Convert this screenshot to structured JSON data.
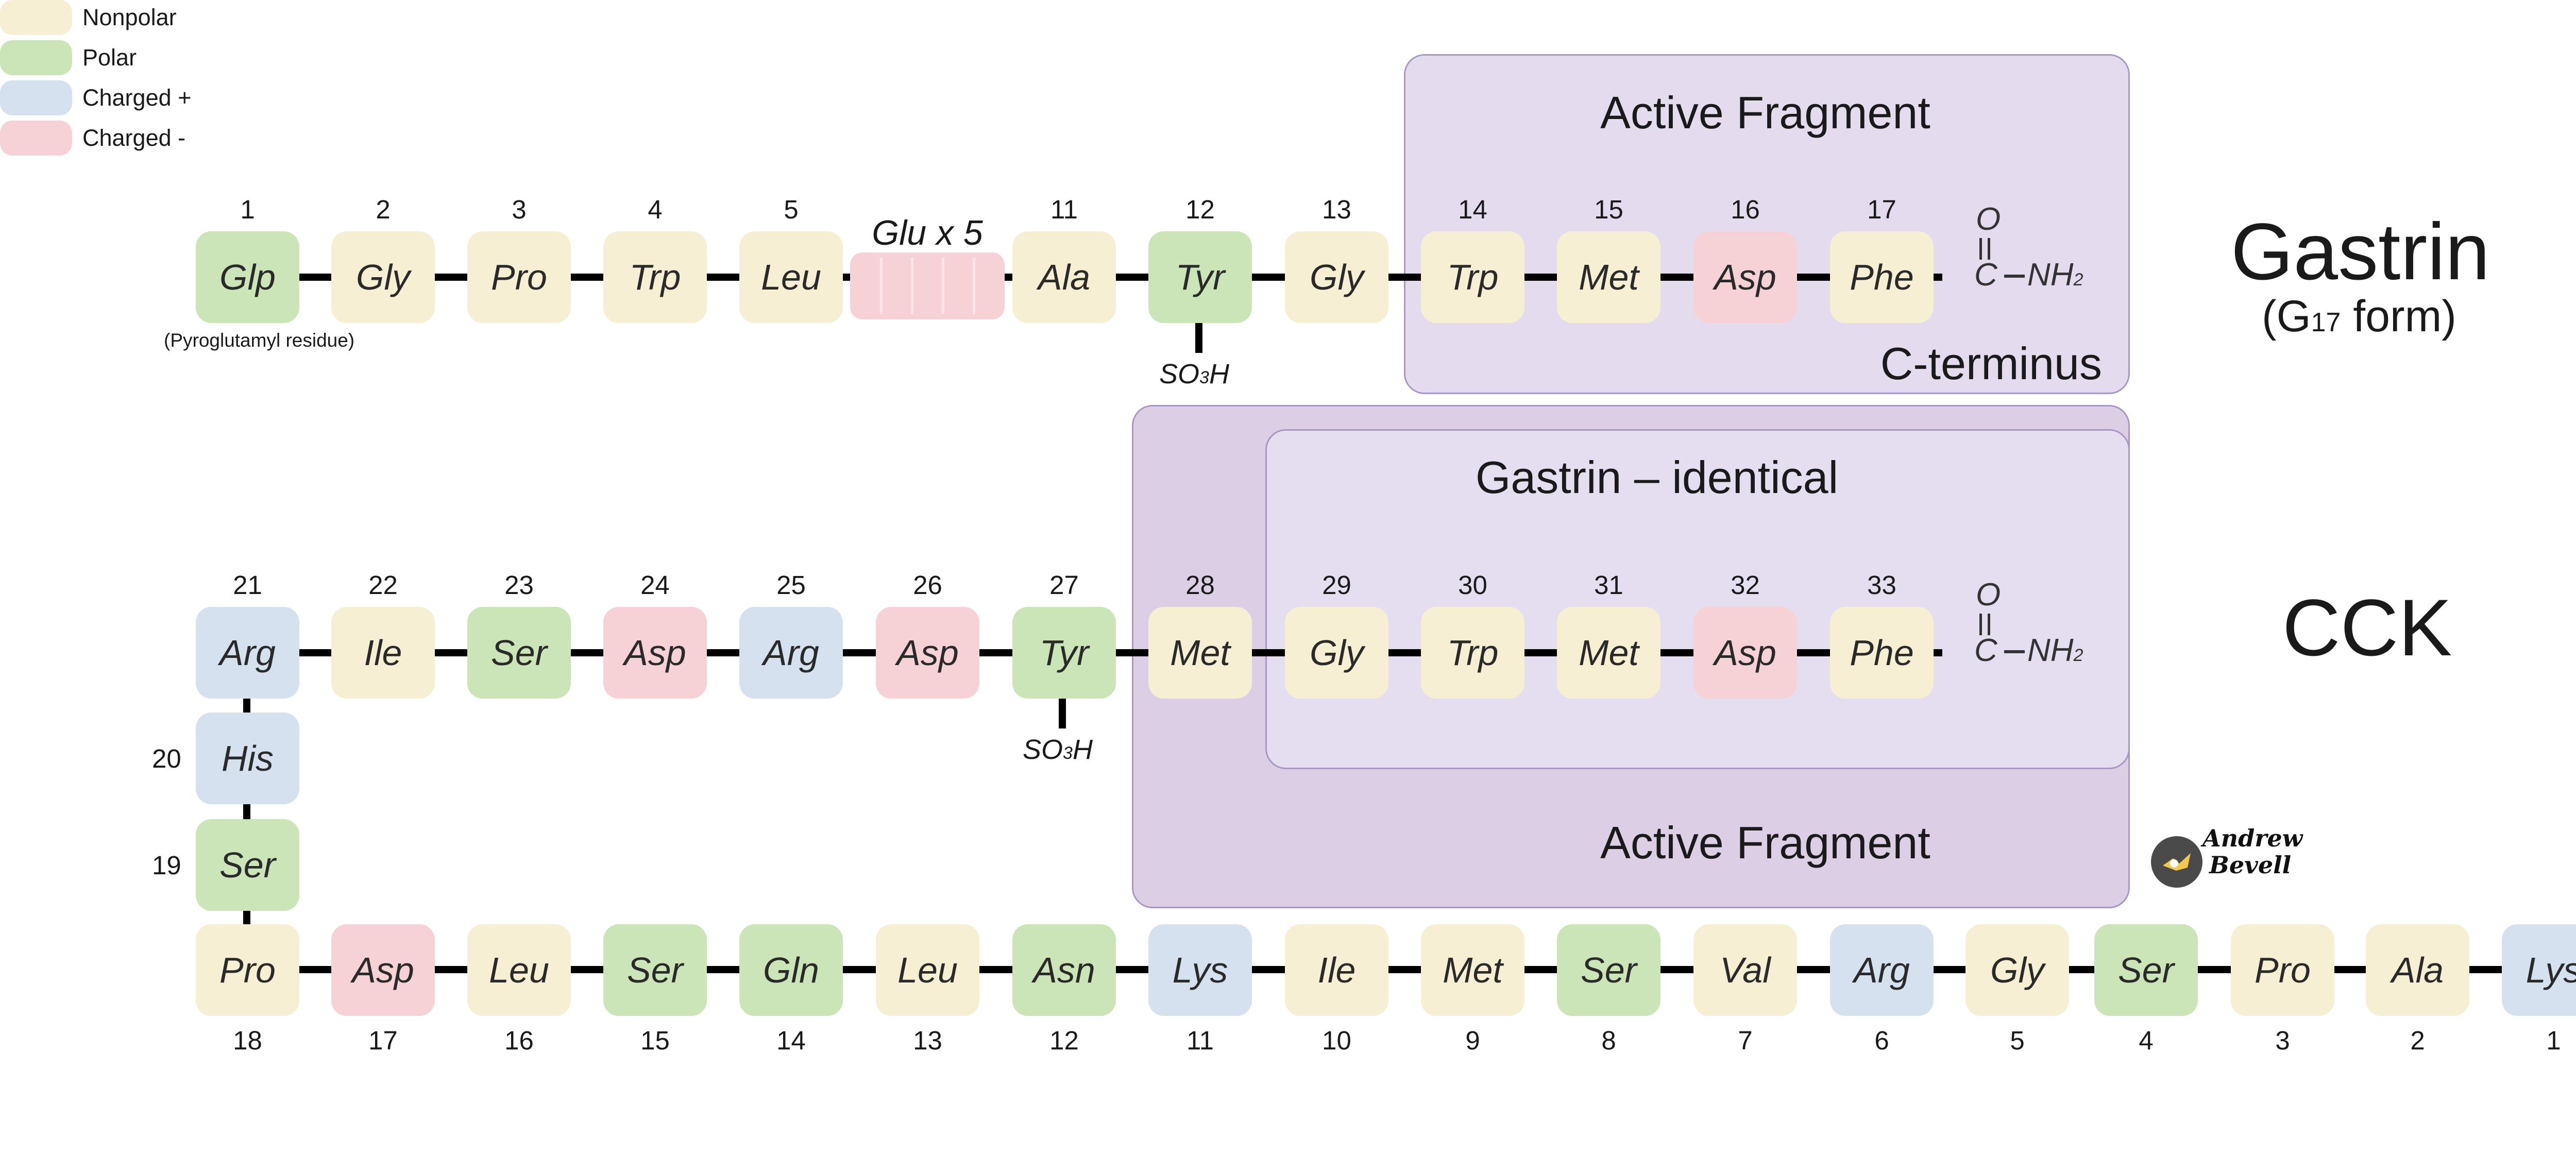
{
  "colors": {
    "nonpolar": "#f6efd3",
    "polar": "#cbe5b8",
    "charged_plus": "#d6e1f0",
    "charged_minus": "#f6d2d6",
    "active_fragment": "#e4dcee",
    "active_fragment_dark": "#dccfe5",
    "gastrin_identical": "#e5ddf0"
  },
  "legend": [
    {
      "label": "Nonpolar",
      "type": "nonpolar"
    },
    {
      "label": "Polar",
      "type": "polar"
    },
    {
      "label": "Charged +",
      "type": "charged_plus"
    },
    {
      "label": "Charged -",
      "type": "charged_minus"
    }
  ],
  "gastrin": {
    "name": "Gastrin",
    "form_prefix": "(G",
    "form_sub": "17",
    "form_suffix": " form)",
    "pyro_note": "(Pyroglutamyl residue)",
    "glu_label": "Glu x 5",
    "active_fragment_label": "Active Fragment",
    "cterminus_label": "C-terminus",
    "so3h": "SO",
    "so3h_sub": "3",
    "so3h_end": "H",
    "residues": [
      {
        "num": "1",
        "aa": "Glp",
        "type": "polar"
      },
      {
        "num": "2",
        "aa": "Gly",
        "type": "nonpolar"
      },
      {
        "num": "3",
        "aa": "Pro",
        "type": "nonpolar"
      },
      {
        "num": "4",
        "aa": "Trp",
        "type": "nonpolar"
      },
      {
        "num": "5",
        "aa": "Leu",
        "type": "nonpolar"
      },
      {
        "num": "11",
        "aa": "Ala",
        "type": "nonpolar"
      },
      {
        "num": "12",
        "aa": "Tyr",
        "type": "polar"
      },
      {
        "num": "13",
        "aa": "Gly",
        "type": "nonpolar"
      },
      {
        "num": "14",
        "aa": "Trp",
        "type": "nonpolar"
      },
      {
        "num": "15",
        "aa": "Met",
        "type": "nonpolar"
      },
      {
        "num": "16",
        "aa": "Asp",
        "type": "charged_minus"
      },
      {
        "num": "17",
        "aa": "Phe",
        "type": "nonpolar"
      }
    ]
  },
  "cck": {
    "name": "CCK",
    "gastrin_identical_label": "Gastrin – identical",
    "active_fragment_label": "Active Fragment",
    "so3h": "SO",
    "so3h_sub": "3",
    "so3h_end": "H",
    "row_top": [
      {
        "num": "21",
        "aa": "Arg",
        "type": "charged_plus"
      },
      {
        "num": "22",
        "aa": "Ile",
        "type": "nonpolar"
      },
      {
        "num": "23",
        "aa": "Ser",
        "type": "polar"
      },
      {
        "num": "24",
        "aa": "Asp",
        "type": "charged_minus"
      },
      {
        "num": "25",
        "aa": "Arg",
        "type": "charged_plus"
      },
      {
        "num": "26",
        "aa": "Asp",
        "type": "charged_minus"
      },
      {
        "num": "27",
        "aa": "Tyr",
        "type": "polar"
      },
      {
        "num": "28",
        "aa": "Met",
        "type": "nonpolar"
      },
      {
        "num": "29",
        "aa": "Gly",
        "type": "nonpolar"
      },
      {
        "num": "30",
        "aa": "Trp",
        "type": "nonpolar"
      },
      {
        "num": "31",
        "aa": "Met",
        "type": "nonpolar"
      },
      {
        "num": "32",
        "aa": "Asp",
        "type": "charged_minus"
      },
      {
        "num": "33",
        "aa": "Phe",
        "type": "nonpolar"
      }
    ],
    "vertical": [
      {
        "num": "20",
        "aa": "His",
        "type": "charged_plus"
      },
      {
        "num": "19",
        "aa": "Ser",
        "type": "polar"
      }
    ],
    "row_bottom": [
      {
        "num": "18",
        "aa": "Pro",
        "type": "nonpolar"
      },
      {
        "num": "17",
        "aa": "Asp",
        "type": "charged_minus"
      },
      {
        "num": "16",
        "aa": "Leu",
        "type": "nonpolar"
      },
      {
        "num": "15",
        "aa": "Ser",
        "type": "polar"
      },
      {
        "num": "14",
        "aa": "Gln",
        "type": "polar"
      },
      {
        "num": "13",
        "aa": "Leu",
        "type": "nonpolar"
      },
      {
        "num": "12",
        "aa": "Asn",
        "type": "polar"
      },
      {
        "num": "11",
        "aa": "Lys",
        "type": "charged_plus"
      },
      {
        "num": "10",
        "aa": "Ile",
        "type": "nonpolar"
      },
      {
        "num": "9",
        "aa": "Met",
        "type": "nonpolar"
      },
      {
        "num": "8",
        "aa": "Ser",
        "type": "polar"
      },
      {
        "num": "7",
        "aa": "Val",
        "type": "nonpolar"
      },
      {
        "num": "6",
        "aa": "Arg",
        "type": "charged_plus"
      },
      {
        "num": "5",
        "aa": "Gly",
        "type": "nonpolar"
      },
      {
        "num": "4",
        "aa": "Ser",
        "type": "polar"
      },
      {
        "num": "3",
        "aa": "Pro",
        "type": "nonpolar"
      },
      {
        "num": "2",
        "aa": "Ala",
        "type": "nonpolar"
      },
      {
        "num": "1",
        "aa": "Lys",
        "type": "charged_plus"
      }
    ]
  },
  "cterm_group": {
    "o": "O",
    "c": "C",
    "nh": "NH",
    "nh_sub": "2"
  },
  "signature": {
    "line1": "Andrew",
    "line2": "Bevell",
    "icon": "signature-logo-icon"
  }
}
